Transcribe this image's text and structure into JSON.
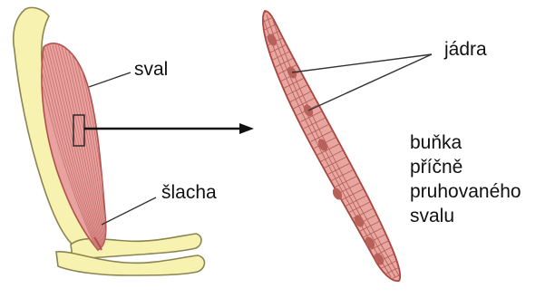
{
  "labels": {
    "muscle": "sval",
    "tendon": "šlacha",
    "nuclei": "jádra"
  },
  "caption": {
    "lines": [
      "buňka",
      "příčně",
      "pruhovaného",
      "svalu"
    ]
  },
  "colors": {
    "bone_fill": "#f8f2b0",
    "bone_stroke": "#8a8550",
    "muscle_fill": "#e8a2a0",
    "muscle_stroke": "#b0504c",
    "cell_fill": "#e7a6a0",
    "cell_stroke": "#a8453f",
    "nucleus_fill": "#b8605a",
    "leader_line": "#333333",
    "arrow": "#111111"
  }
}
